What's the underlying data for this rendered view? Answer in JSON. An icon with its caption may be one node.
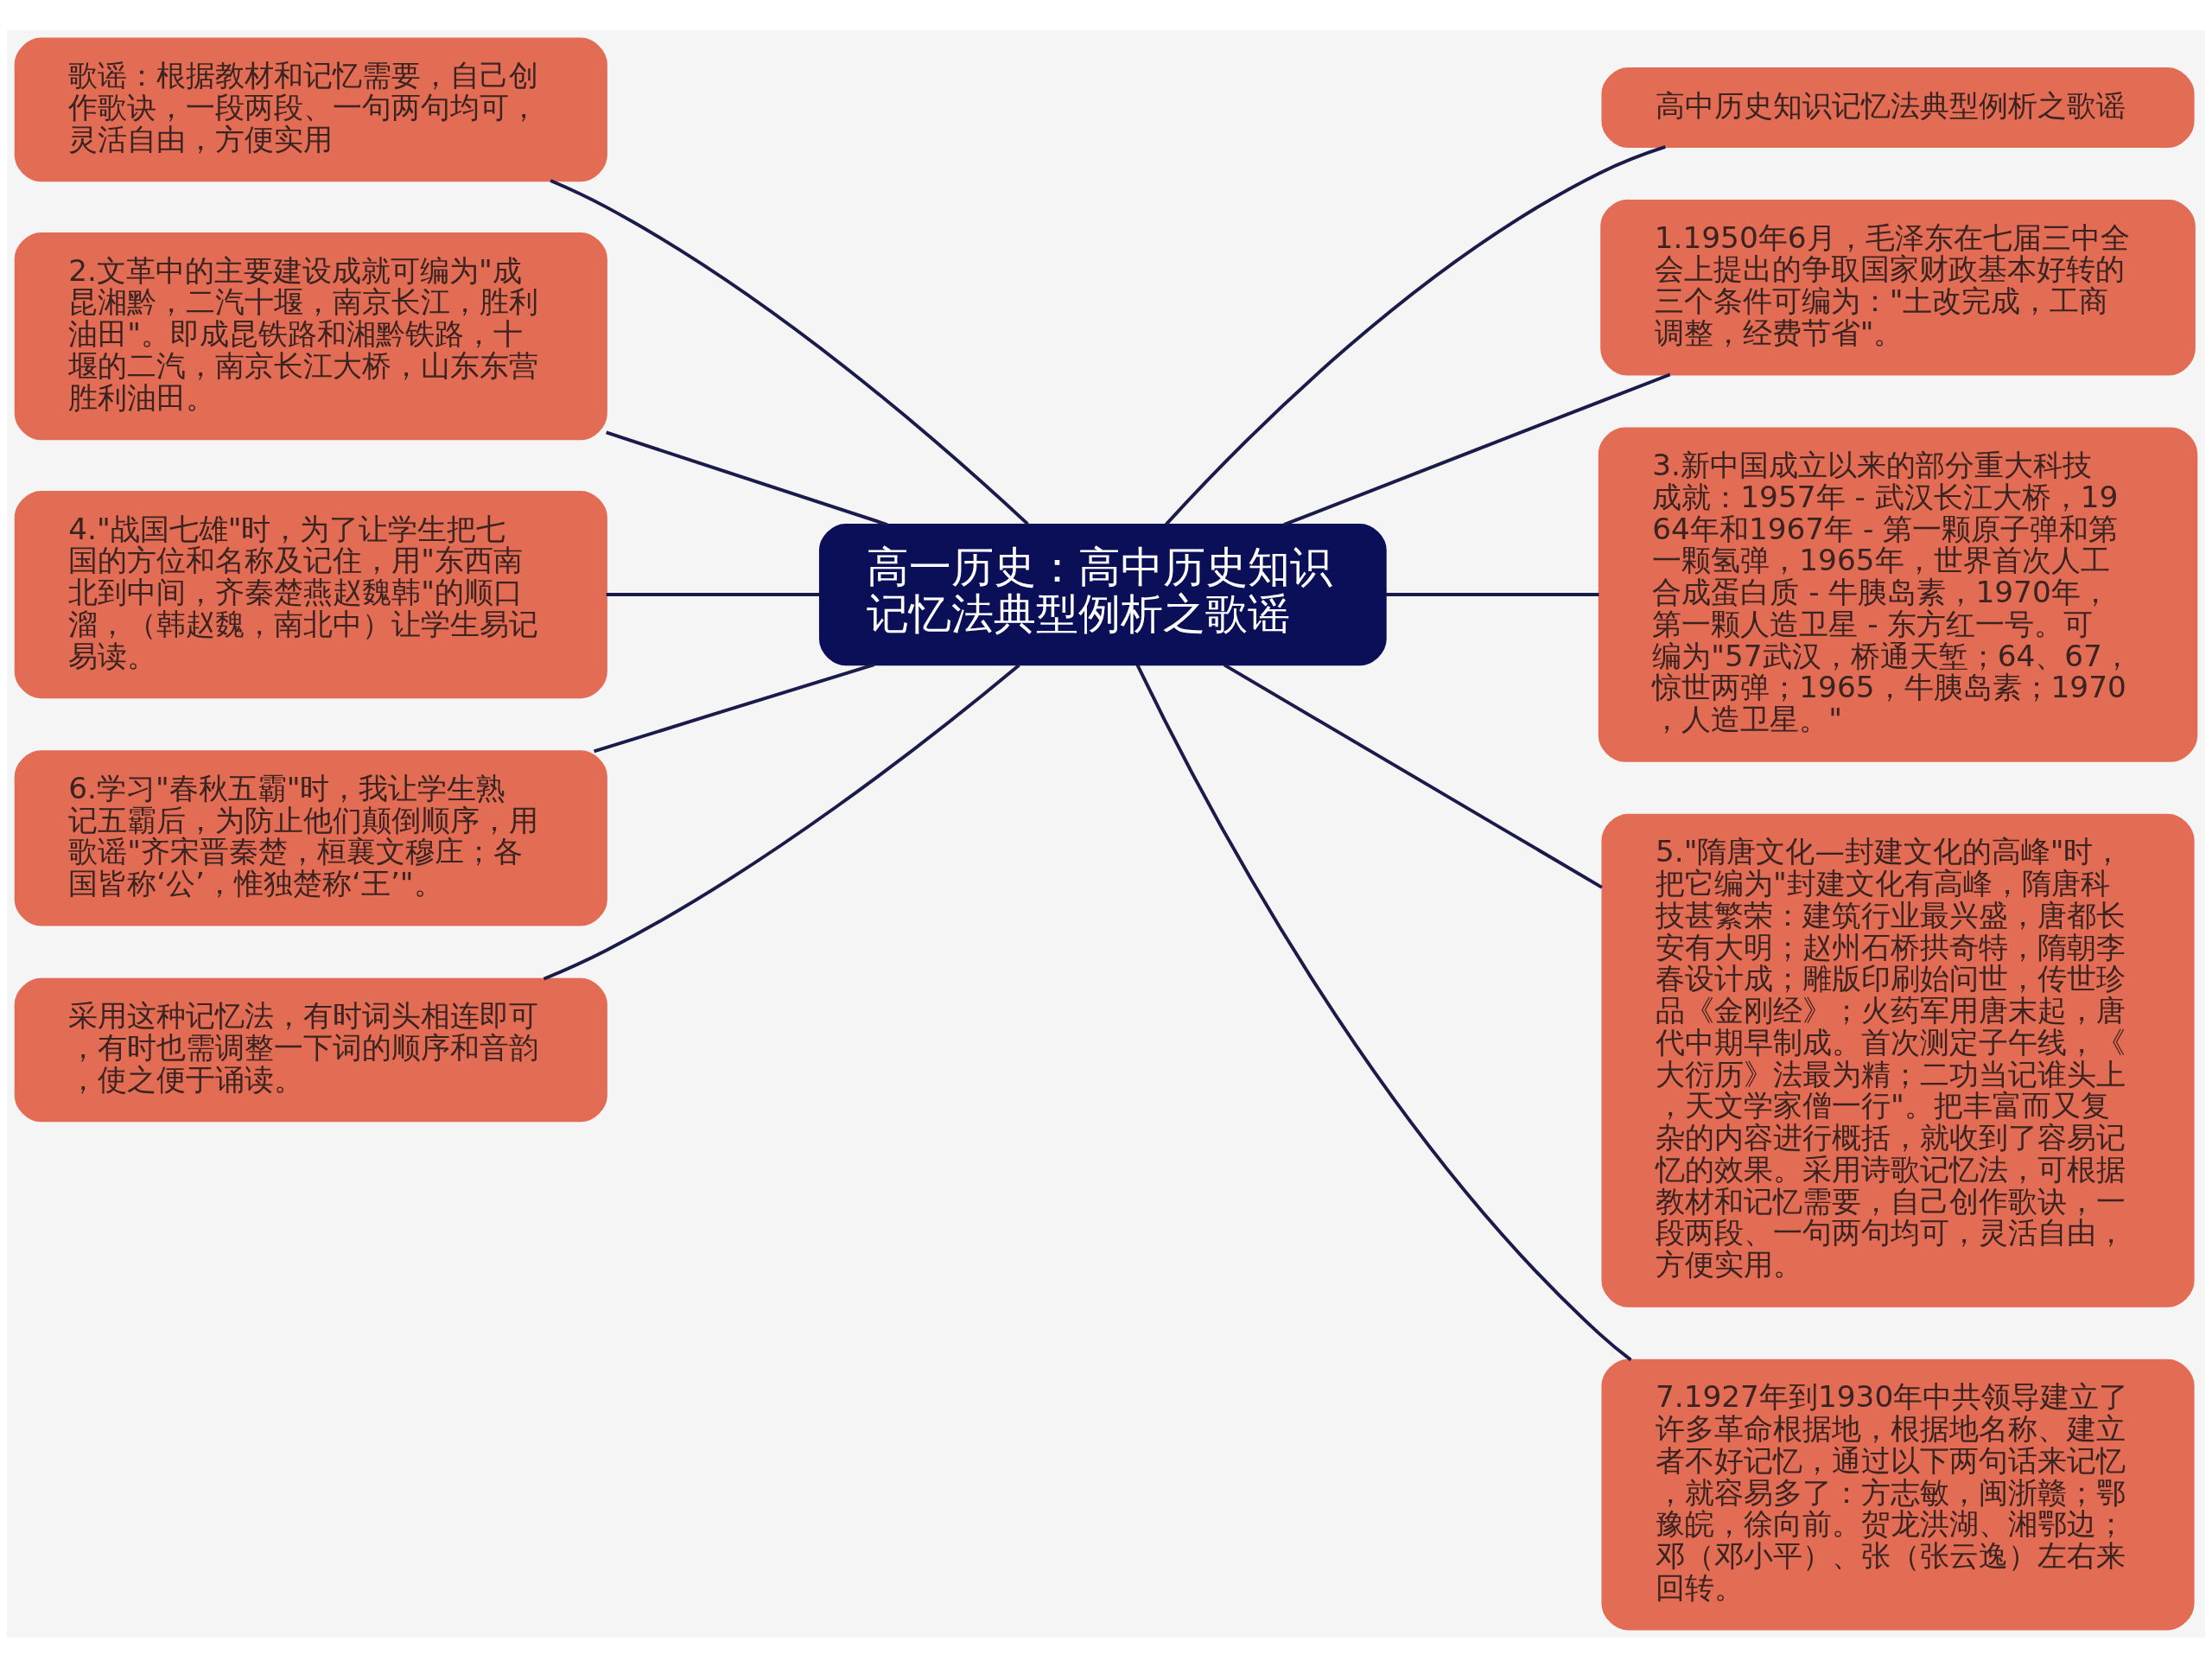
{
  "diagram": {
    "nodes": [
      {
        "text": [
          "高一历史：高中历史知识记忆法典型例析之歌谣"
        ]
      },
      {
        "text": [
          "高中历史知识记忆法典型例析之歌谣"
        ]
      },
      {
        "text": [
          "1.1950年6月，毛泽东在七届三中全会上提出的争取国家财政基本好转的三个条件可编为：\"土改完成，工商调整，经费节省\"。"
        ]
      },
      {
        "text": [
          "3.新中国成立以来的部分重大科技成就：1957年 - 武汉长江大桥，1964年和1967年 - 第一颗原子弹和第一颗氢弹，1965年，世界首次人工合成蛋白质 - 牛胰岛素，1970年，第一颗人造卫星 - 东方红一号。可编为\"57武汉，桥通天堑；64、67，惊世两弹；1965，牛胰岛素；1970，人造卫星。\""
        ]
      },
      {
        "text": [
          "5.\"隋唐文化—封建文化的高峰\"时，把它编为\"封建文化有高峰，隋唐科技甚繁荣：建筑行业最兴盛，唐都长安有大明；赵州石桥拱奇特，隋朝李春设计成；雕版印刷始问世，传世珍品《金刚经》；火药军用唐末起，唐代中期早制成。首次测定子午线，《大衍历》法最为精；二功当记谁头上，天文学家僧一行\"。把丰富而又复杂的内容进行概括，就收到了容易记忆的效果。采用诗歌记忆法，可根据教材和记忆需要，自己创作歌诀，一段两段、一句两句均可，灵活自由，方便实用。"
        ]
      },
      {
        "text": [
          "7.1927年到1930年中共领导建立了许多革命根据地，根据地名称、建立者不好记忆，通过以下两句话来记忆，就容易多了：方志敏，闽浙赣；鄂豫皖，徐向前。贺龙洪湖、湘鄂边；邓（邓小平）、张（张云逸）左右来回转。"
        ]
      },
      {
        "text": [
          "歌谣：根据教材和记忆需要，自己创作歌诀，一段两段、一句两句均可，灵活自由，方便实用"
        ]
      },
      {
        "text": [
          "2.文革中的主要建设成就可编为\"成昆湘黔，二汽十堰，南京长江，胜利油田\"。即成昆铁路和湘黔铁路，十堰的二汽，南京长江大桥，山东东营胜利油田。"
        ]
      },
      {
        "text": [
          "4.\"战国七雄\"时，为了让学生把七国的方位和名称及记住，用\"东西南北到中间，齐秦楚燕赵魏韩\"的顺口溜，（韩赵魏，南北中）让学生易记易读。"
        ]
      },
      {
        "text": [
          "6.学习\"春秋五霸\"时，我让学生熟记五霸后，为防止他们颠倒顺序，用歌谣\"齐宋晋秦楚，桓襄文穆庄；各国皆称‘公’，惟独楚称‘王’\"。"
        ]
      },
      {
        "text": [
          "采用这种记忆法，有时词头相连即可，有时也需调整一下词的顺序和音韵，使之便于诵读。"
        ]
      }
    ],
    "edges": [
      {
        "from": 0,
        "to": 1,
        "arrow": "none"
      },
      {
        "from": 0,
        "to": 2,
        "arrow": "none"
      },
      {
        "from": 0,
        "to": 3,
        "arrow": "none"
      },
      {
        "from": 0,
        "to": 4,
        "arrow": "none"
      },
      {
        "from": 0,
        "to": 5,
        "arrow": "none"
      },
      {
        "from": 0,
        "to": 6,
        "arrow": "none"
      },
      {
        "from": 0,
        "to": 7,
        "arrow": "none"
      },
      {
        "from": 0,
        "to": 8,
        "arrow": "none"
      },
      {
        "from": 0,
        "to": 9,
        "arrow": "none"
      },
      {
        "from": 0,
        "to": 10,
        "arrow": "none"
      }
    ]
  }
}
